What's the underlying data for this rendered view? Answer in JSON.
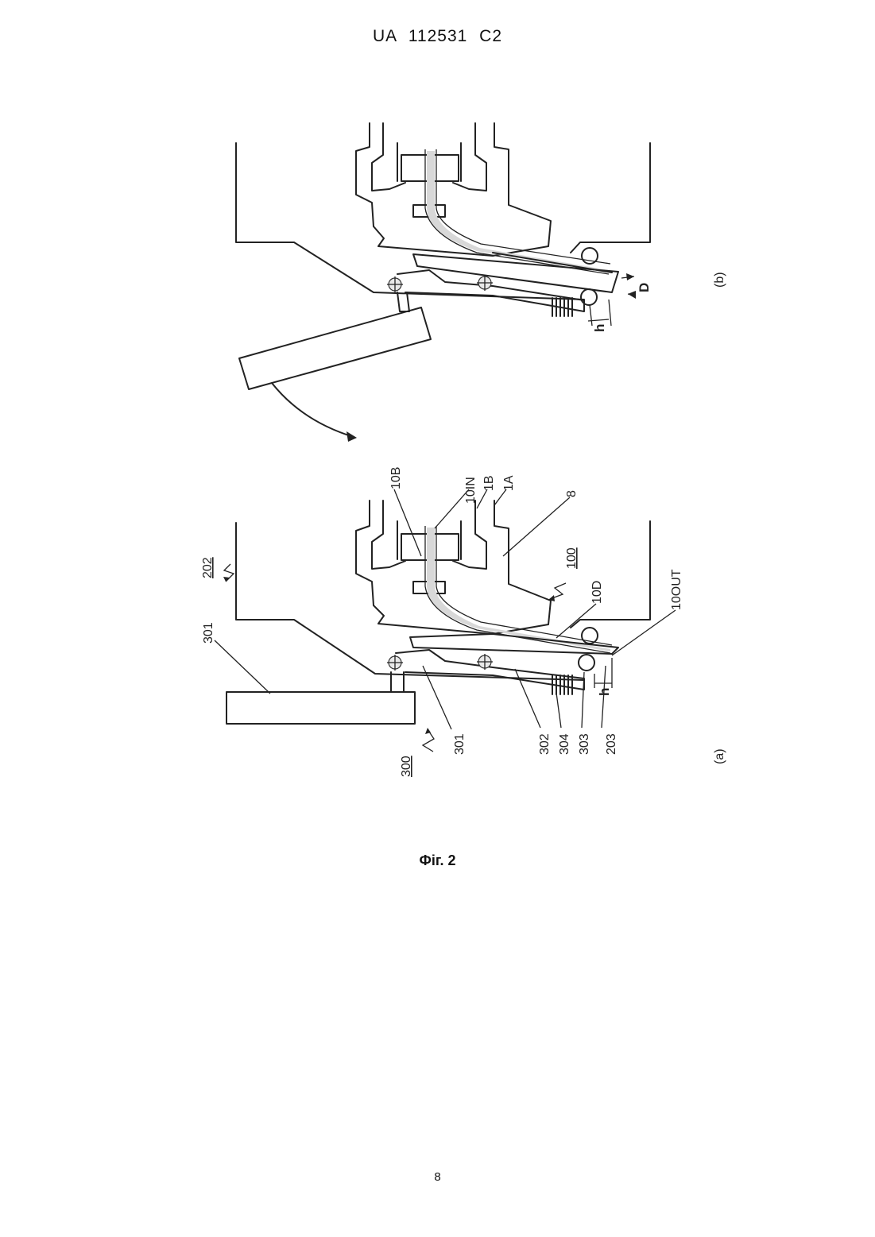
{
  "header": {
    "patent_id": "UA   112531   C2"
  },
  "figure": {
    "caption": "Фіг. 2",
    "panel_a": {
      "tag": "(a)",
      "labels": {
        "l301_top": "301",
        "l202": "202",
        "l300": "300",
        "l301_bottom": "301",
        "l302": "302",
        "l304": "304",
        "l303": "303",
        "l203": "203",
        "l10B": "10B",
        "l10IN": "10IN",
        "l1B": "1B",
        "l1A": "1A",
        "l8": "8",
        "l100": "100",
        "l10D": "10D",
        "l10OUT": "10OUT",
        "lh": "h"
      }
    },
    "panel_b": {
      "tag": "(b)",
      "labels": {
        "lD": "D",
        "lh": "h"
      }
    }
  },
  "page": {
    "number": "8"
  }
}
